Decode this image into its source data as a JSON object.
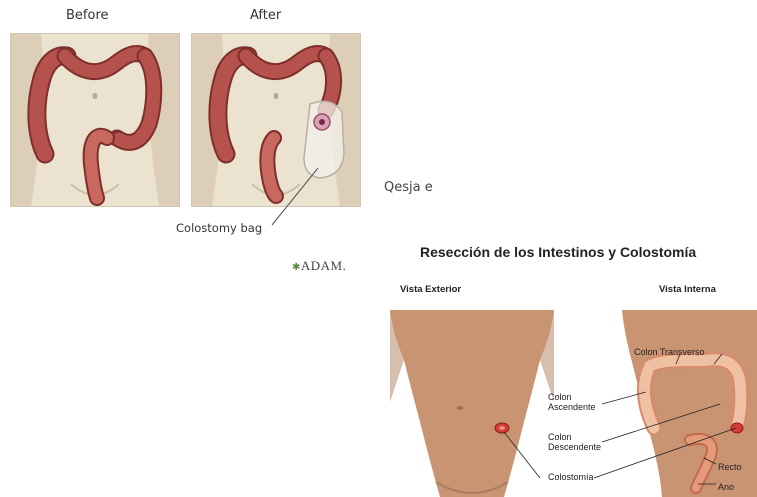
{
  "left_illustration": {
    "before_label": "Before",
    "after_label": "After",
    "callout_label": "Colostomy bag",
    "logo_text": "ADAM."
  },
  "caption": {
    "text": "Qesja e"
  },
  "right_illustration": {
    "title": "Resección de los Intestinos y Colostomía",
    "exterior_label": "Vista Exterior",
    "interior_label": "Vista Interna",
    "labels": {
      "colon_transverso": "Colon Transverso",
      "colon_ascendente_1": "Colon",
      "colon_ascendente_2": "Ascendente",
      "colon_descendente_1": "Colon",
      "colon_descendente_2": "Descendente",
      "colostomia": "Colostomía",
      "recto": "Recto",
      "ano": "Ano"
    }
  },
  "colors": {
    "skin_left": "#e4d7c1",
    "skin_right": "#c99472",
    "colon": "#b5524e",
    "colon_dark": "#7e2f2c",
    "colon_light": "#e6a58e"
  }
}
